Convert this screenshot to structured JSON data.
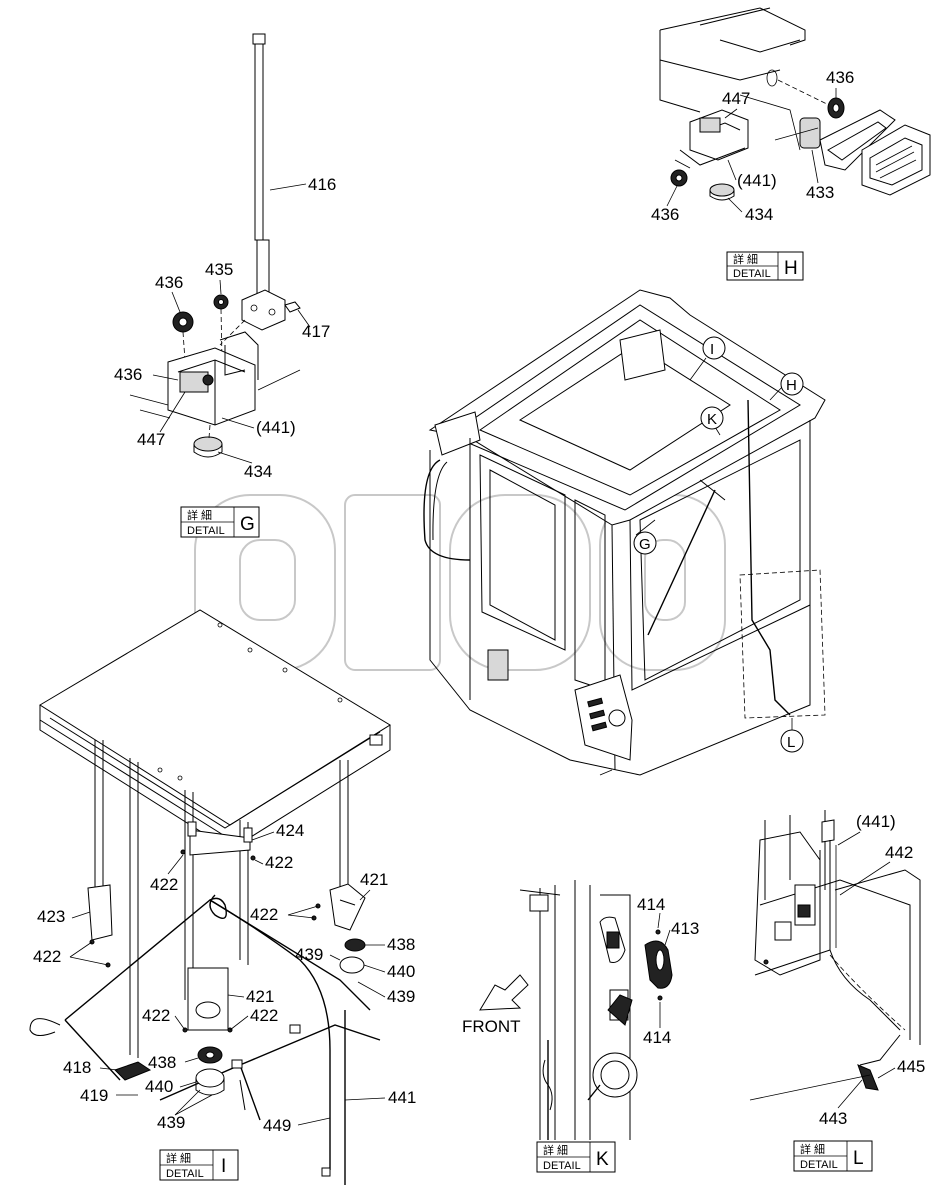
{
  "detail_boxes": [
    {
      "id": "H",
      "kanji": "詳 細",
      "word": "DETAIL",
      "letter": "H"
    },
    {
      "id": "G",
      "kanji": "詳 細",
      "word": "DETAIL",
      "letter": "G"
    },
    {
      "id": "I",
      "kanji": "詳 細",
      "word": "DETAIL",
      "letter": "I"
    },
    {
      "id": "K",
      "kanji": "詳 細",
      "word": "DETAIL",
      "letter": "K"
    },
    {
      "id": "L",
      "kanji": "詳 細",
      "word": "DETAIL",
      "letter": "L"
    }
  ],
  "callouts": {
    "H": "H",
    "I": "I",
    "K": "K",
    "G": "G",
    "L": "L"
  },
  "detail_h_labels": [
    "436",
    "447",
    "(441)",
    "433",
    "436",
    "434"
  ],
  "detail_g_labels": [
    "416",
    "436",
    "435",
    "417",
    "436",
    "447",
    "(441)",
    "434"
  ],
  "detail_i_labels": [
    "424",
    "422",
    "422",
    "421",
    "422",
    "438",
    "423",
    "422",
    "439",
    "440",
    "439",
    "421",
    "422",
    "422",
    "438",
    "418",
    "440",
    "419",
    "439",
    "449",
    "441"
  ],
  "detail_k_labels": [
    "414",
    "413",
    "414"
  ],
  "detail_k_front": "FRONT",
  "detail_l_labels": [
    "(441)",
    "442",
    "445",
    "443"
  ]
}
